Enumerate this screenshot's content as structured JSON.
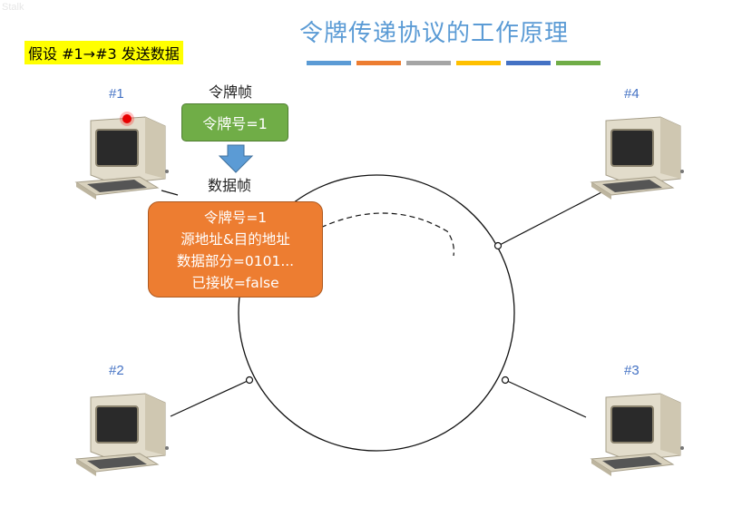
{
  "watermark": "Stalk",
  "title": "令牌传递协议的工作原理",
  "title_bar_colors": [
    "#5b9bd5",
    "#ed7d31",
    "#a5a5a5",
    "#ffc000",
    "#4472c4",
    "#70ad47"
  ],
  "scenario": "假设 #1→#3 发送数据",
  "nodes": [
    {
      "label": "#1",
      "status": "red-indicator"
    },
    {
      "label": "#2"
    },
    {
      "label": "#3"
    },
    {
      "label": "#4"
    }
  ],
  "token_frame": {
    "caption": "令牌帧",
    "text": "令牌号=1"
  },
  "data_frame": {
    "caption": "数据帧",
    "lines": [
      "令牌号=1",
      "源地址&目的地址",
      "数据部分=0101...",
      "已接收=false"
    ]
  },
  "colors": {
    "token": "#70ad47",
    "data": "#ed7d31",
    "arrow": "#5b9bd5",
    "label": "#4472c4",
    "indicator": "#e00000"
  },
  "icons": [
    "computer-icon",
    "down-arrow-icon"
  ]
}
